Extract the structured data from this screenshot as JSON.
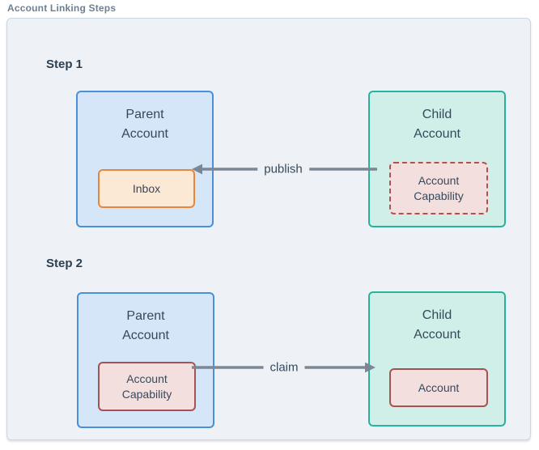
{
  "diagram_title": "Account Linking Steps",
  "steps": [
    {
      "heading": "Step 1",
      "parent": {
        "title": "Parent\nAccount",
        "inner": "Inbox"
      },
      "child": {
        "title": "Child\nAccount",
        "inner": "Account\nCapability"
      },
      "arrow_label": "publish",
      "arrow_direction": "left"
    },
    {
      "heading": "Step 2",
      "parent": {
        "title": "Parent\nAccount",
        "inner": "Account\nCapability"
      },
      "child": {
        "title": "Child\nAccount",
        "inner": "Account"
      },
      "arrow_label": "claim",
      "arrow_direction": "right"
    }
  ],
  "colors": {
    "container_bg": "#eef2f6",
    "container_border": "#ccd6e0",
    "parent_node_bg": "#d4e6f7",
    "parent_node_border": "#4a90d9",
    "child_node_bg": "#d0efe9",
    "child_node_border": "#28b39e",
    "inbox_bg": "#fbe9d6",
    "inbox_border": "#e8863a",
    "capability_bg": "#f4dfdf",
    "capability_border": "#a85151",
    "capability_dashed_border": "#b74d4d",
    "arrow": "#7b8794",
    "text": "#36495c",
    "heading_text": "#2c3e50",
    "title_text": "#6f8090"
  }
}
